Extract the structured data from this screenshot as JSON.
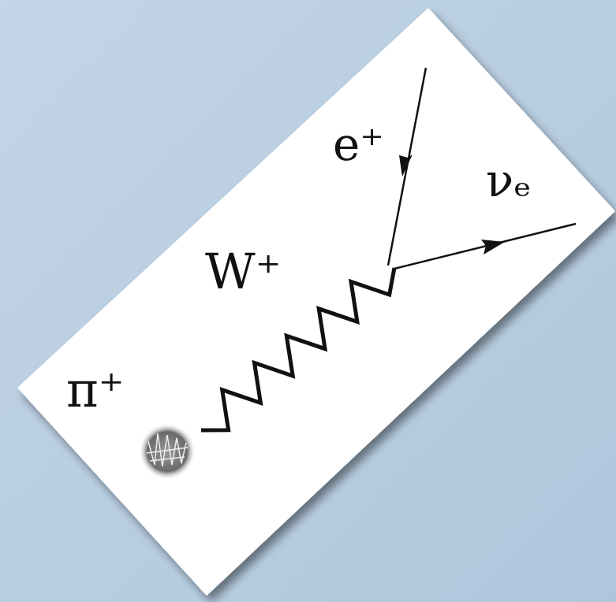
{
  "diagram": {
    "labels": [
      "e⁺",
      "νₑ",
      "W⁺",
      "π⁺"
    ]
  }
}
